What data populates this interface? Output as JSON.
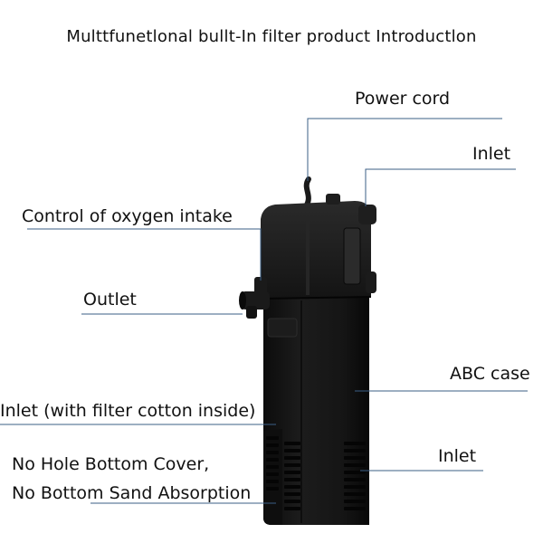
{
  "title": "Multtfunetlonal bullt-In filter product Introductlon",
  "labels": {
    "power_cord": "Power cord",
    "inlet_top": "Inlet",
    "oxygen_control": "Control of oxygen intake",
    "outlet": "Outlet",
    "abc_case": "ABC case",
    "inlet_cotton": "Inlet (with filter cotton inside)",
    "bottom_cover_1": "No Hole Bottom Cover,",
    "bottom_cover_2": "No Bottom Sand Absorption",
    "inlet_bottom": "Inlet"
  },
  "colors": {
    "leader_line": "#3b5f86",
    "body": "#151515",
    "highlight": "#2e2e2e"
  }
}
